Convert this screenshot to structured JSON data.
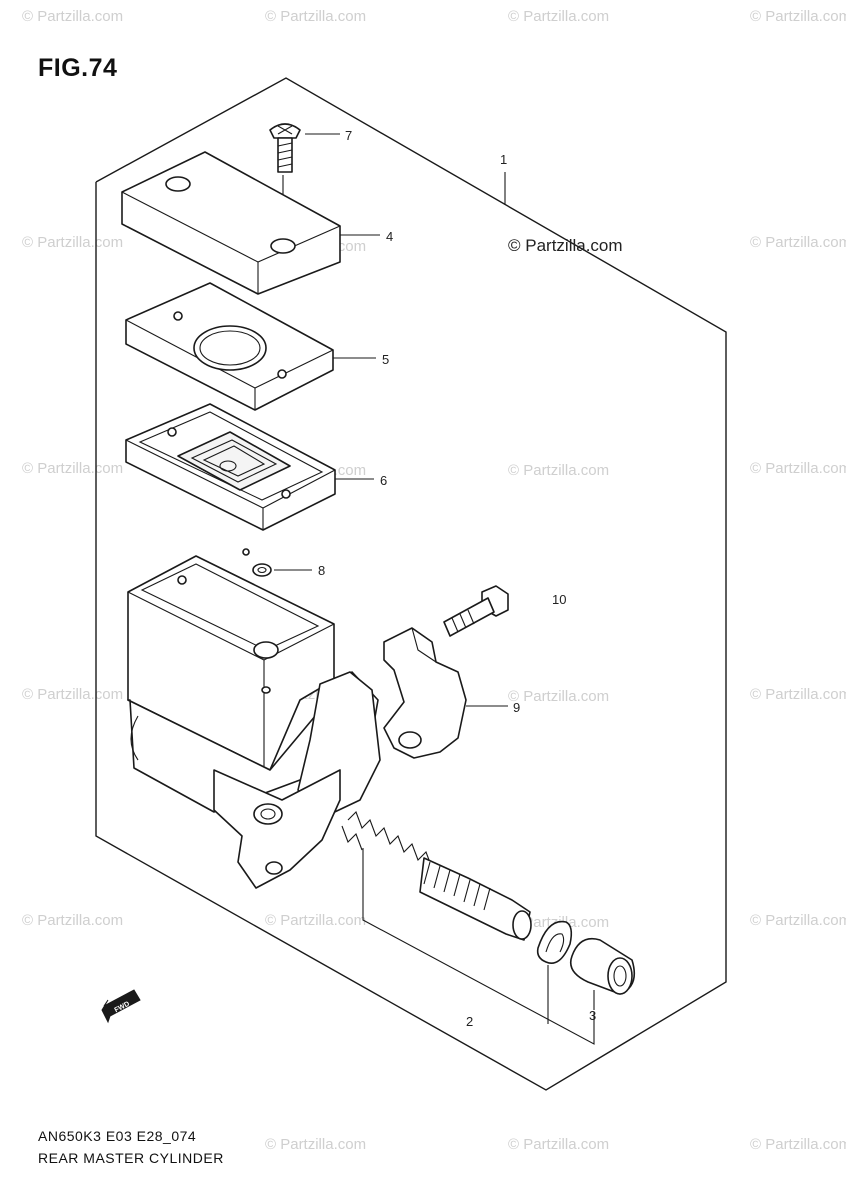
{
  "figure": {
    "title": "FIG.74"
  },
  "watermark": {
    "text": "© Partzilla.com"
  },
  "copyright": "© Partzilla.com",
  "callouts": [
    "1",
    "2",
    "3",
    "4",
    "5",
    "6",
    "7",
    "8",
    "9",
    "10"
  ],
  "footer": {
    "code": "AN650K3 E03 E28_074",
    "title": "REAR MASTER CYLINDER"
  },
  "direction_badge": {
    "label": "FWD",
    "icon": "fwd-arrow-icon"
  }
}
